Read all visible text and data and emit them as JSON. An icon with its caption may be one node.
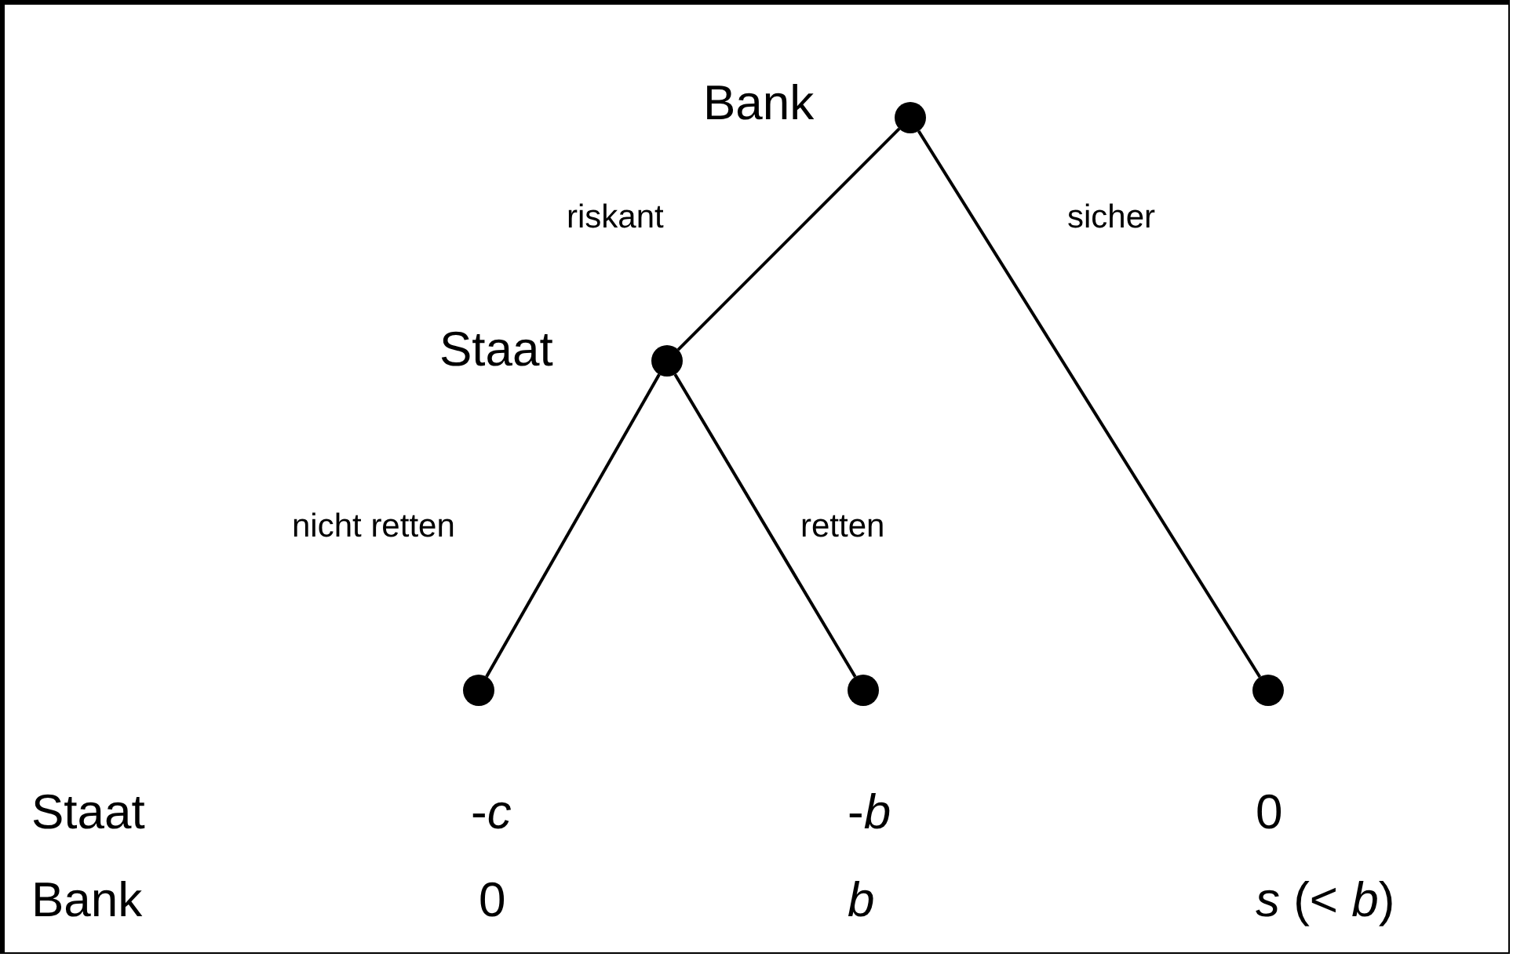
{
  "diagram": {
    "nodes": [
      {
        "text": [],
        "shape": "circle",
        "beside": [
          "Bank"
        ]
      },
      {
        "text": [],
        "shape": "circle",
        "beside": [
          "Staat"
        ]
      },
      {
        "text": [],
        "shape": "circle"
      },
      {
        "text": [],
        "shape": "circle"
      },
      {
        "text": [],
        "shape": "circle"
      }
    ],
    "edges": [
      {
        "from": 0,
        "to": 1,
        "arrow": "none",
        "label": "riskant"
      },
      {
        "from": 0,
        "to": 4,
        "arrow": "none",
        "label": "sicher"
      },
      {
        "from": 1,
        "to": 2,
        "arrow": "none",
        "label": "nicht retten"
      },
      {
        "from": 1,
        "to": 3,
        "arrow": "none",
        "label": "retten"
      }
    ],
    "labels": [
      "Staat",
      "-*c*",
      "-*b*",
      "0",
      "Bank",
      "0",
      "*b*",
      "*s* (< *b*)"
    ]
  }
}
